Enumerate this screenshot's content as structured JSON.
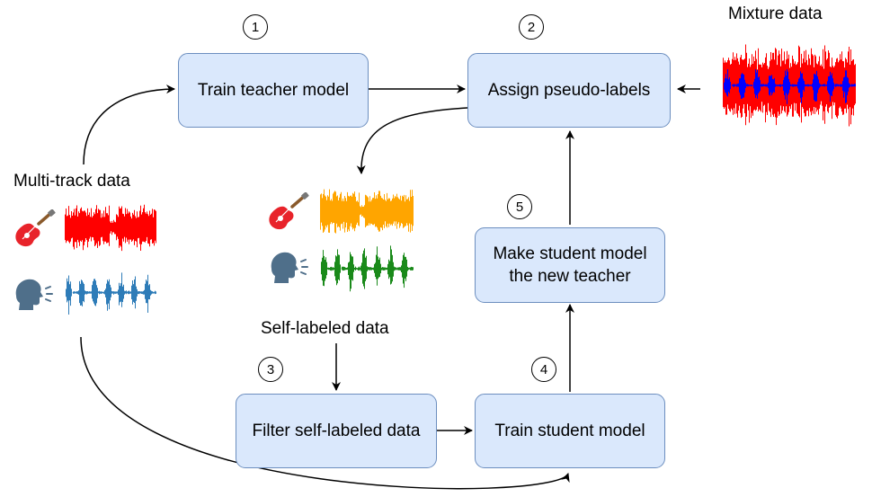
{
  "boxes": {
    "train_teacher": "Train teacher model",
    "assign_pseudo": "Assign pseudo-labels",
    "make_student_line1": "Make student model",
    "make_student_line2": "the new teacher",
    "filter": "Filter self-labeled data",
    "train_student": "Train student model"
  },
  "labels": {
    "mixture": "Mixture data",
    "multitrack": "Multi-track data",
    "selflabeled": "Self-labeled data"
  },
  "steps": [
    "1",
    "2",
    "3",
    "4",
    "5"
  ],
  "colors": {
    "box_fill": "#dae8fc",
    "box_border": "#6c8ebf",
    "wave_red": "#ff0000",
    "wave_blue": "#2e7cb8",
    "wave_orange": "#ffa500",
    "wave_green": "#1a8a1a",
    "wave_mix_blue": "#0000ff"
  },
  "icons": [
    "guitar-icon",
    "speaking-head-icon"
  ]
}
